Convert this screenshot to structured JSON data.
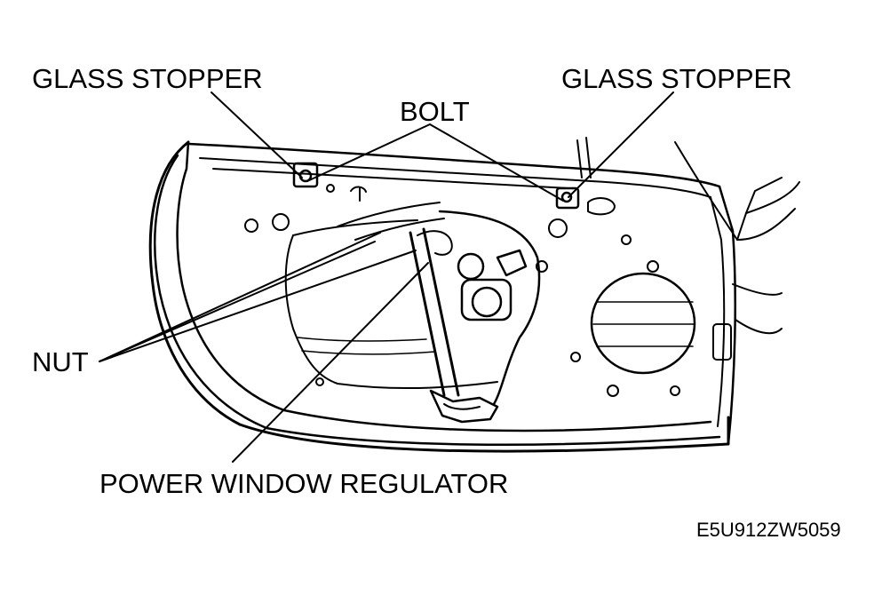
{
  "labels": {
    "glass_stopper_left": "GLASS STOPPER",
    "glass_stopper_right": "GLASS STOPPER",
    "bolt": "BOLT",
    "nut": "NUT",
    "power_window_regulator": "POWER WINDOW REGULATOR",
    "figure_code": "E5U912ZW5059"
  },
  "colors": {
    "ink": "#000000",
    "background": "#ffffff"
  }
}
